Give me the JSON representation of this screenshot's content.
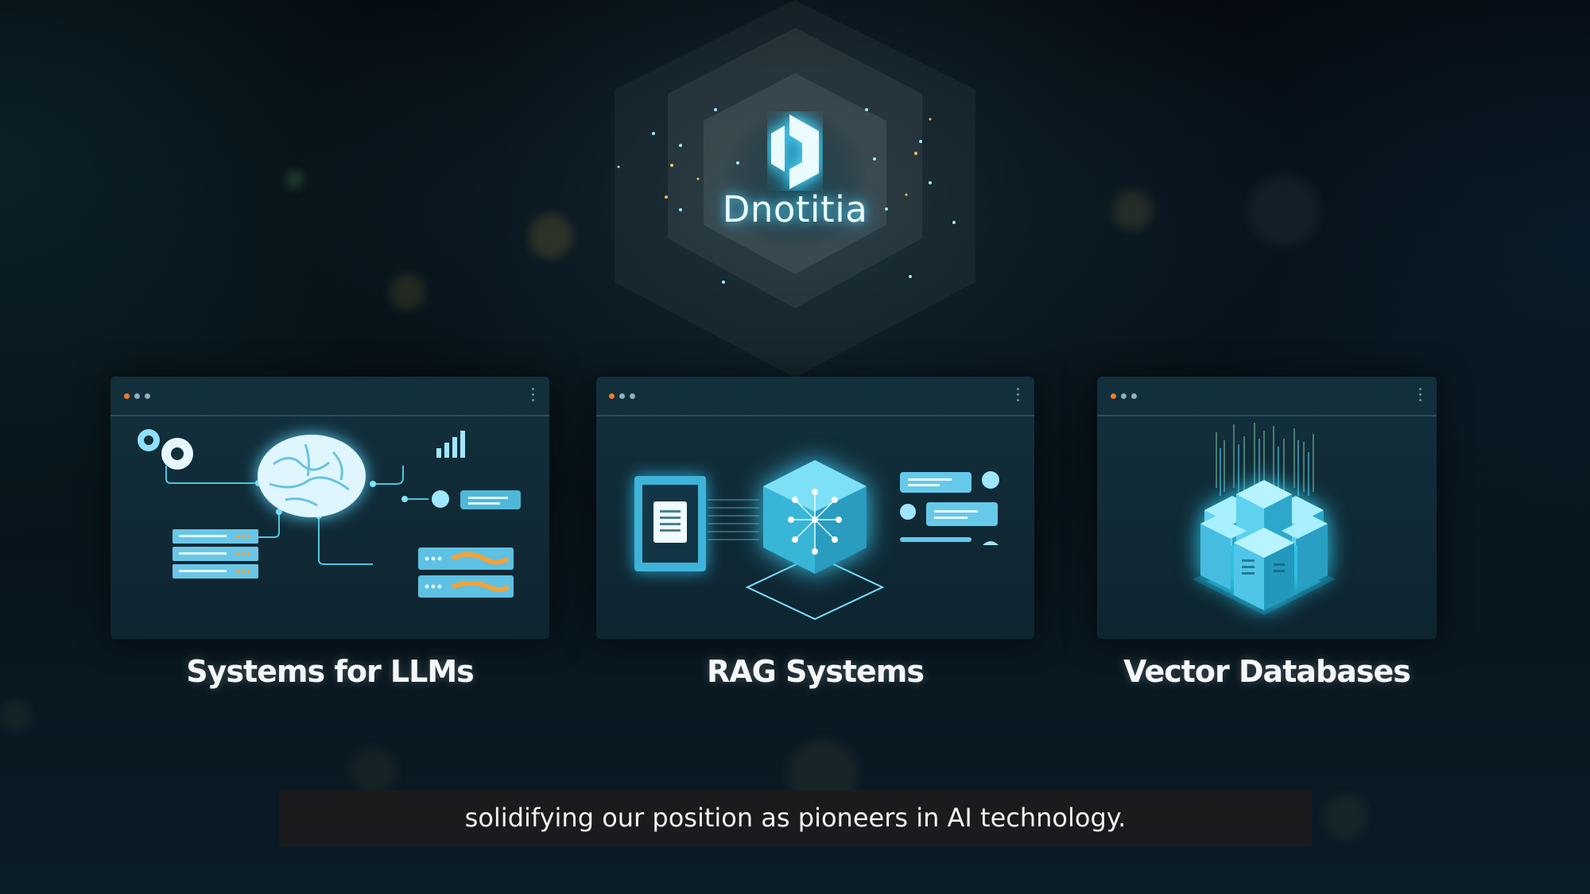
{
  "brand": {
    "name": "Dnotitia",
    "icon": "dnotitia-logo-icon"
  },
  "cards": [
    {
      "label": "Systems for LLMs",
      "illustration": "llm-brain-network-icon"
    },
    {
      "label": "RAG Systems",
      "illustration": "rag-document-cube-icon"
    },
    {
      "label": "Vector Databases",
      "illustration": "vector-database-servers-icon"
    }
  ],
  "caption": {
    "text": "solidifying our position as pioneers in AI technology."
  },
  "colors": {
    "accent_cyan": "#34d7f5",
    "window_dot_orange": "#f07a2a",
    "window_dot_grey": "#8fb0bd",
    "card_bg": "#12303c"
  }
}
